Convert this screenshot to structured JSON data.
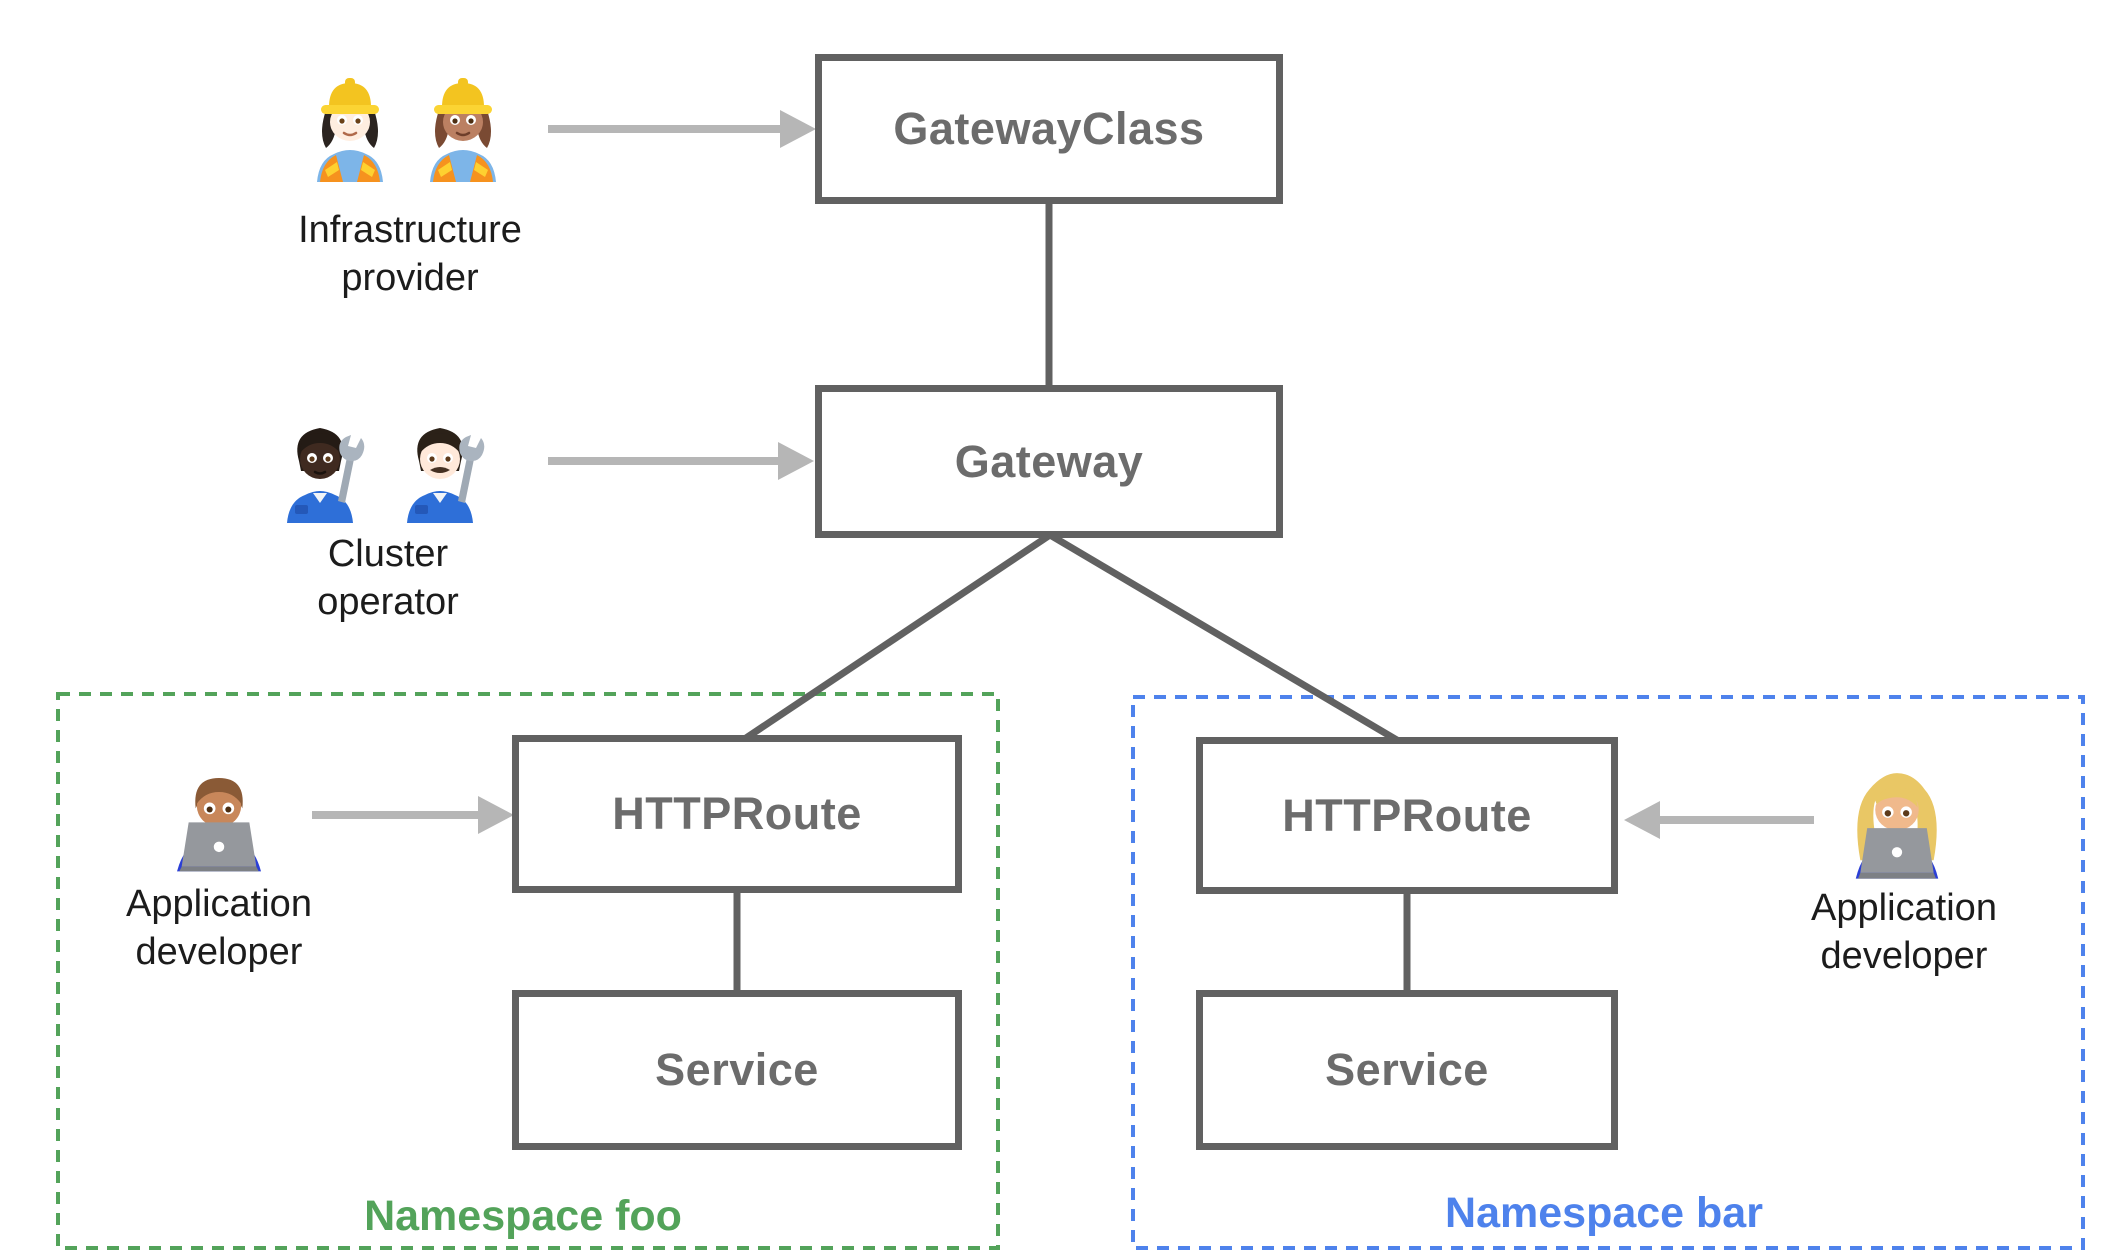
{
  "boxes": {
    "gatewayclass": {
      "label": "GatewayClass"
    },
    "gateway": {
      "label": "Gateway"
    },
    "httproute_foo": {
      "label": "HTTPRoute"
    },
    "service_foo": {
      "label": "Service"
    },
    "httproute_bar": {
      "label": "HTTPRoute"
    },
    "service_bar": {
      "label": "Service"
    }
  },
  "namespaces": {
    "foo": {
      "label": "Namespace foo",
      "color": "#53a35a"
    },
    "bar": {
      "label": "Namespace bar",
      "color": "#4e82ec"
    }
  },
  "personas": {
    "infrastructure_provider": {
      "line1": "Infrastructure",
      "line2": "provider",
      "emoji": "👷🏻‍♀️ 👷🏽‍♀️",
      "icons": [
        "woman-construction-worker-light",
        "woman-construction-worker-medium"
      ]
    },
    "cluster_operator": {
      "line1": "Cluster",
      "line2": "operator",
      "emoji": "🧑🏿‍🔧 👨🏻‍🔧",
      "icons": [
        "mechanic-dark-skin",
        "man-mechanic-light-skin"
      ]
    },
    "app_developer_foo": {
      "line1": "Application",
      "line2": "developer",
      "emoji": "👨🏽‍💻",
      "icons": [
        "man-technologist"
      ]
    },
    "app_developer_bar": {
      "line1": "Application",
      "line2": "developer",
      "emoji": "👩🏼‍💻",
      "icons": [
        "woman-technologist"
      ]
    }
  },
  "edges": [
    {
      "from": "gatewayclass",
      "to": "gateway"
    },
    {
      "from": "gateway",
      "to": "httproute_foo"
    },
    {
      "from": "gateway",
      "to": "httproute_bar"
    },
    {
      "from": "httproute_foo",
      "to": "service_foo"
    },
    {
      "from": "httproute_bar",
      "to": "service_bar"
    }
  ],
  "arrows": [
    {
      "from": "infrastructure_provider",
      "to": "gatewayclass"
    },
    {
      "from": "cluster_operator",
      "to": "gateway"
    },
    {
      "from": "app_developer_foo",
      "to": "httproute_foo"
    },
    {
      "from": "app_developer_bar",
      "to": "httproute_bar"
    }
  ],
  "colors": {
    "box_border": "#616161",
    "box_text": "#6c6c6c",
    "connector": "#616161",
    "arrow": "#b6b6b6",
    "namespace_foo": "#53a35a",
    "namespace_bar": "#4e82ec",
    "persona_text": "#1c1c1c",
    "background": "#ffffff"
  }
}
